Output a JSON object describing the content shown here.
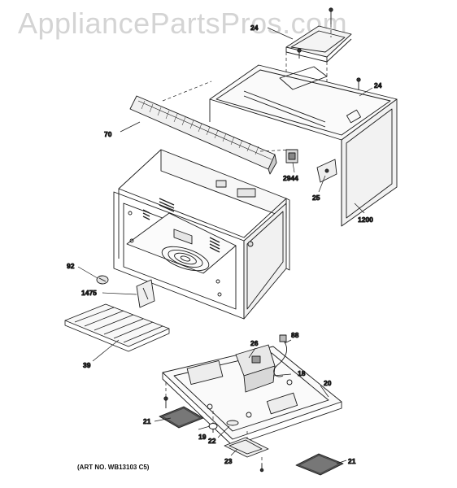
{
  "watermark": "AppliancePartsPros.com",
  "art_number": "(ART NO. WB13103 C5)",
  "callouts": {
    "c24a": "24",
    "c24b": "24",
    "c70": "70",
    "c2944": "2944",
    "c25": "25",
    "c1200": "1200",
    "c92": "92",
    "c1475": "1475",
    "c39": "39",
    "c26": "26",
    "c88": "88",
    "c18": "18",
    "c20": "20",
    "c21a": "21",
    "c19": "19",
    "c22": "22",
    "c23": "23",
    "c21b": "21"
  }
}
